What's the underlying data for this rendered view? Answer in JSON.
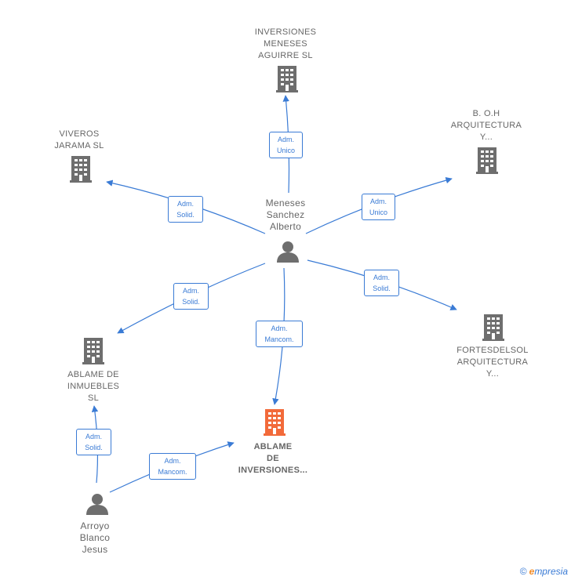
{
  "nodes": {
    "inversiones_meneses": [
      "INVERSIONES",
      "MENESES",
      "AGUIRRE  SL"
    ],
    "boh": [
      "B. O.H",
      "ARQUITECTURA",
      "Y..."
    ],
    "viveros": [
      "VIVEROS",
      "JARAMA  SL"
    ],
    "meneses_person": [
      "Meneses",
      "Sanchez",
      "Alberto"
    ],
    "ablame_inmuebles": [
      "ABLAME DE",
      "INMUEBLES",
      "SL"
    ],
    "fortesdelsol": [
      "FORTESDELSOL",
      "ARQUITECTURA",
      "Y..."
    ],
    "ablame_inversiones": [
      "ABLAME",
      "DE",
      "INVERSIONES..."
    ],
    "arroyo_person": [
      "Arroyo",
      "Blanco",
      "Jesus"
    ]
  },
  "edges": {
    "e1": [
      "Adm.",
      "Unico"
    ],
    "e2": [
      "Adm.",
      "Unico"
    ],
    "e3": [
      "Adm.",
      "Solid."
    ],
    "e4": [
      "Adm.",
      "Solid."
    ],
    "e5": [
      "Adm.",
      "Solid."
    ],
    "e6": [
      "Adm.",
      "Mancom."
    ],
    "e7": [
      "Adm.",
      "Solid."
    ],
    "e8": [
      "Adm.",
      "Mancom."
    ]
  },
  "colors": {
    "edge": "#3a7bd5",
    "icon": "#6e6e6e",
    "highlight": "#f26a3a"
  },
  "credit": {
    "copyright": "©",
    "brand_initial": "e",
    "brand_rest": "mpresia"
  }
}
